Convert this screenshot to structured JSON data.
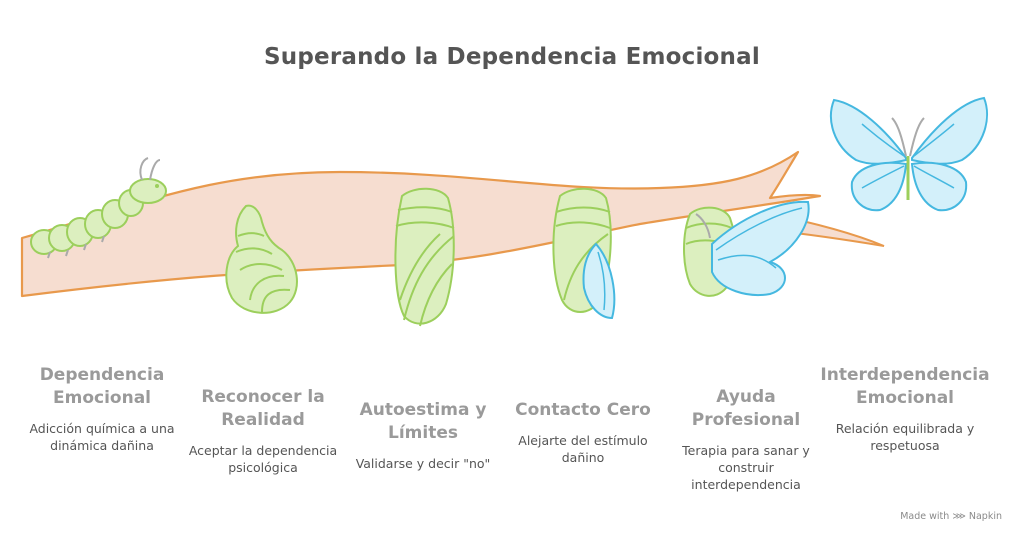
{
  "title": "Superando la Dependencia Emocional",
  "stages": [
    {
      "title": "Dependencia Emocional",
      "desc": "Adicción química a una dinámica dañina"
    },
    {
      "title": "Reconocer la Realidad",
      "desc": "Aceptar la dependencia psicológica"
    },
    {
      "title": "Autoestima y Límites",
      "desc": "Validarse y decir \"no\""
    },
    {
      "title": "Contacto Cero",
      "desc": "Alejarte del estímulo dañino"
    },
    {
      "title": "Ayuda Profesional",
      "desc": "Terapia para sanar y construir interdependencia"
    },
    {
      "title": "Interdependencia Emocional",
      "desc": "Relación equilibrada y respetuosa"
    }
  ],
  "footer": {
    "text": "Made with",
    "brand": "Napkin"
  },
  "colors": {
    "branch_fill": "#f6ddd0",
    "branch_stroke": "#e8994c",
    "green_fill": "#dcefbf",
    "green_stroke": "#9ccf5c",
    "blue_fill": "#d3f0fa",
    "blue_stroke": "#45b8e0",
    "title": "#555555",
    "stage_title": "#9a9a9a"
  }
}
